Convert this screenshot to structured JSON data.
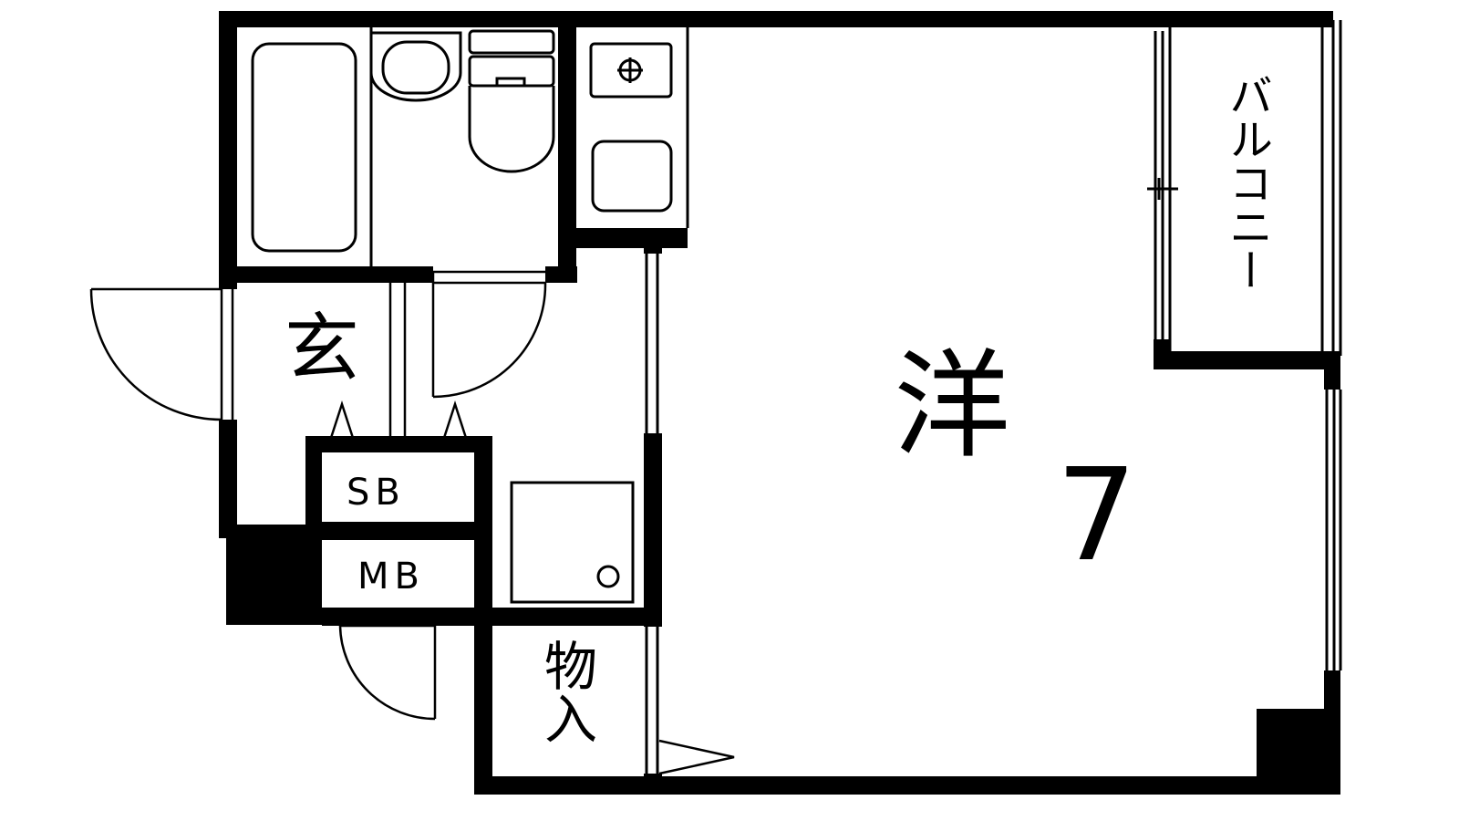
{
  "rooms": {
    "genkan": "玄",
    "western": "洋",
    "western_size": "7",
    "shoe_box": "SB",
    "meter_box": "MB",
    "storage": "物入",
    "balcony": "バルコニー"
  },
  "colors": {
    "wall": "#000000",
    "background": "#ffffff"
  }
}
